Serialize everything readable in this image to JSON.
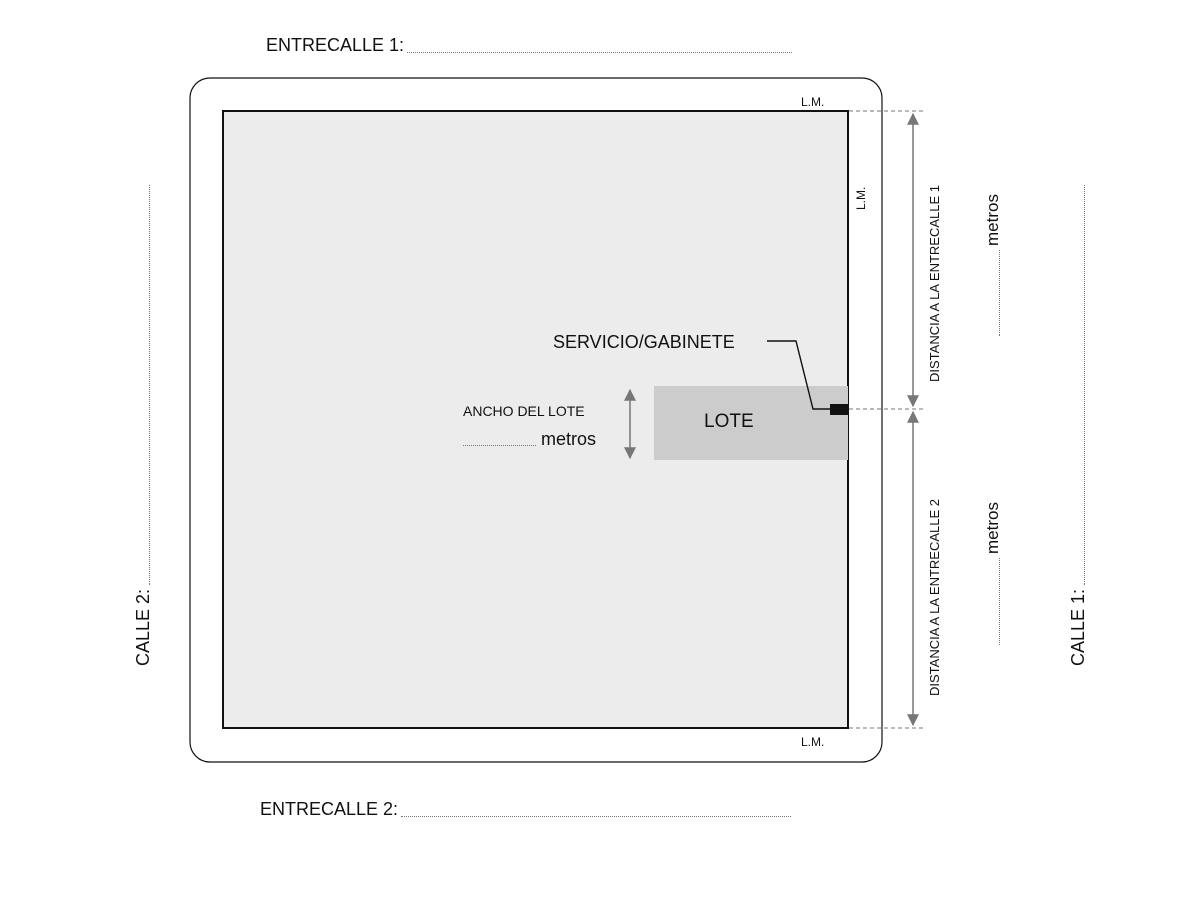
{
  "streets": {
    "entrecalle_1": "ENTRECALLE 1:",
    "entrecalle_2": "ENTRECALLE 2:",
    "calle_1": "CALLE 1:",
    "calle_2": "CALLE 2:"
  },
  "block": {
    "lm_top": "L.M.",
    "lm_right": "L.M.",
    "lm_bottom": "L.M."
  },
  "lote": {
    "label": "LOTE",
    "ancho_label": "ANCHO DEL LOTE",
    "ancho_unit": "metros"
  },
  "servicio": {
    "label": "SERVICIO/GABINETE"
  },
  "distances": {
    "entrecalle_1_label": "DISTANCIA A LA ENTRECALLE 1",
    "entrecalle_1_unit": "metros",
    "entrecalle_2_label": "DISTANCIA A LA ENTRECALLE 2",
    "entrecalle_2_unit": "metros"
  },
  "colors": {
    "block_fill": "#ececec",
    "lote_fill": "#cccccc",
    "arrow": "#777777",
    "outline": "#111111"
  }
}
